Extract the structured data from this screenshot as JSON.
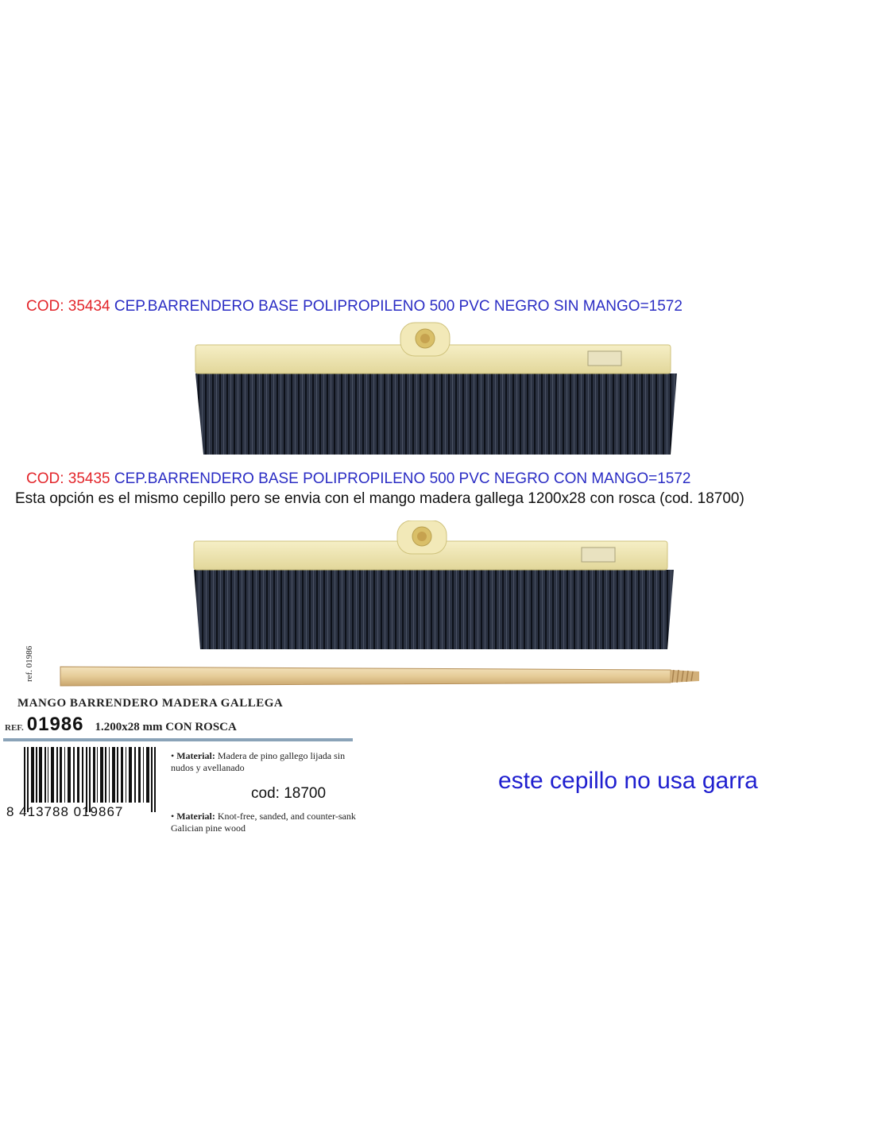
{
  "product1": {
    "code_label": "COD: 35434",
    "description": "CEP.BARRENDERO BASE POLIPROPILENO 500 PVC NEGRO SIN MANGO=1572"
  },
  "product2": {
    "code_label": "COD: 35435",
    "description": "CEP.BARRENDERO BASE POLIPROPILENO 500 PVC NEGRO CON MANGO=1572",
    "note": "Esta opción es el mismo cepillo pero se envia con el mango madera gallega 1200x28 con rosca (cod. 18700)"
  },
  "handle_label": {
    "vertical_ref": "ref. 01986",
    "title": "MANGO BARRENDERO MADERA GALLEGA",
    "ref_prefix": "REF.",
    "ref_number": "01986",
    "dimensions": "1.200x28 mm CON ROSCA",
    "material_es_label": "Material:",
    "material_es_text": "Madera de pino gallego lijada sin nudos y avellanado",
    "material_en_label": "Material:",
    "material_en_text": "Knot-free, sanded, and counter-sank Galician pine wood",
    "barcode_digits": "8 413788 019867",
    "cod": "cod: 18700"
  },
  "footer_note": "este cepillo no usa garra",
  "colors": {
    "code_red": "#e3262b",
    "desc_blue": "#2a2cc4",
    "brush_base": "#efe7b4",
    "bristles": "#1b2230",
    "handle_wood": "#e8cfa1",
    "label_rule": "#8aa3b8"
  }
}
